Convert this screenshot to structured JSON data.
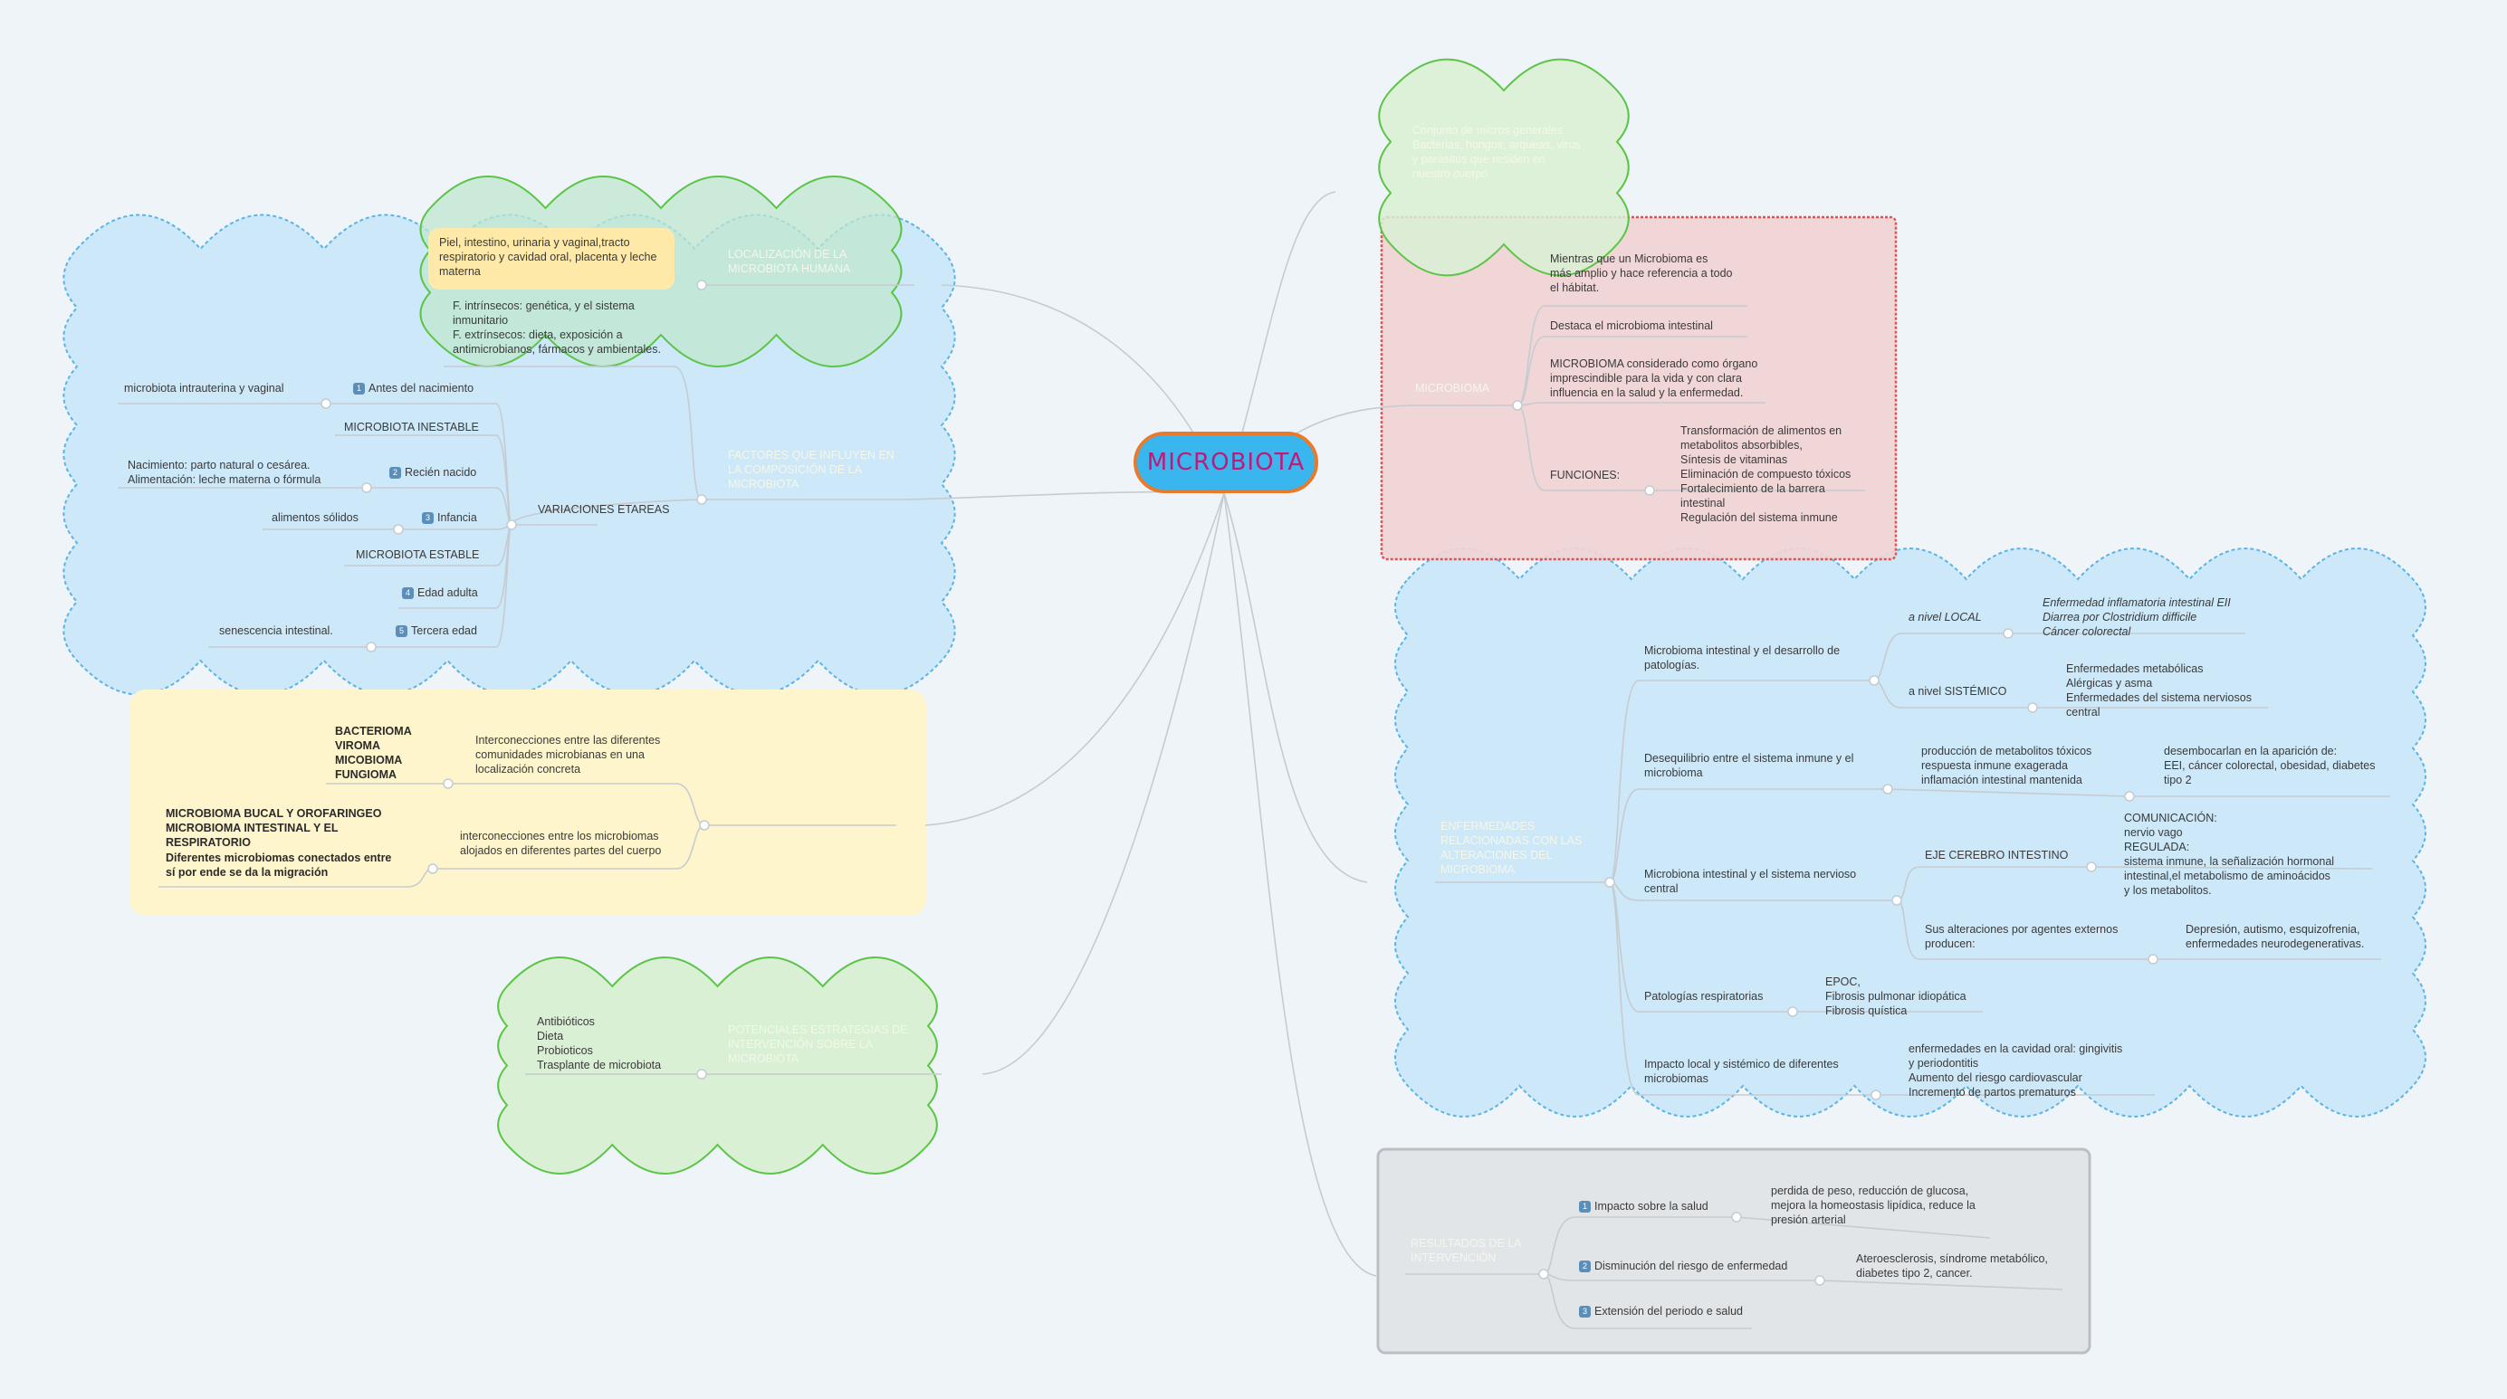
{
  "central": {
    "title": "MICROBIOTA"
  },
  "colors": {
    "central_fill": "#39b6ee",
    "central_border": "#e87a2c",
    "central_text": "#c2187a",
    "blue_cloud": "#cde8f8",
    "green_cloud": "#d9f0d4",
    "yellow_box": "#fff5cc",
    "red_box": "#f1d2d4",
    "gray_box": "#e2e5e8"
  },
  "top_cloud": {
    "text": "Conjunto de micros generales\nBacterias, hongos, arqueas, virus\ny parásitos que residen en\nnuestro cuerpo"
  },
  "microbioma": {
    "label": "MICROBIOMA",
    "items": [
      "Mientras que un Microbioma es\nmás amplio y hace referencia a todo\nel hábitat.",
      "Destaca el microbioma intestinal",
      "MICROBIOMA considerado como órgano\nimprescindible para la vida y con clara\ninfluencia en la salud y la enfermedad."
    ],
    "funciones_label": "FUNCIONES:",
    "funciones": "Transformación de alimentos en\nmetabolitos absorbibles,\nSíntesis de vitaminas\nEliminación de compuesto tóxicos\nFortalecimiento de la barrera\nintestinal\nRegulación del sistema inmune"
  },
  "localizacion": {
    "label": "LOCALIZACIÓN DE LA\nMICROBIOTA HUMANA",
    "note": "Piel, intestino, urinaria y vaginal,tracto\nrespiratorio y cavidad oral, placenta y leche\nmaterna"
  },
  "factores": {
    "label": "FACTORES QUE INFLUYEN EN\nLA COMPOSICIÓN DE LA\nMICROBIOTA",
    "intro": "F. intrínsecos: genética, y el sistema\ninmunitario\nF. extrínsecos: dieta, exposición a\nantimicrobianos, fármacos y ambientales.",
    "variaciones": "VARIACIONES ETAREAS",
    "stages": [
      {
        "num": "1",
        "label": "Antes del nacimiento",
        "detail": "microbiota intrauterina y vaginal"
      },
      {
        "num": "",
        "label": "MICROBIOTA INESTABLE",
        "detail": ""
      },
      {
        "num": "2",
        "label": "Recién nacido",
        "detail": "Nacimiento: parto natural o cesárea.\nAlimentación: leche materna o fórmula"
      },
      {
        "num": "3",
        "label": "Infancia",
        "detail": "alimentos sólidos"
      },
      {
        "num": "",
        "label": "MICROBIOTA ESTABLE",
        "detail": ""
      },
      {
        "num": "4",
        "label": "Edad adulta",
        "detail": ""
      },
      {
        "num": "5",
        "label": "Tercera edad",
        "detail": "senescencia intestinal."
      }
    ]
  },
  "interconexiones": {
    "a_detail": "Interconecciones entre las diferentes\ncomunidades microbianas en una\nlocalización concreta",
    "a_list": "BACTERIOMA\nVIROMA\nMICOBIOMA\nFUNGIOMA",
    "b_detail": "interconecciones entre los microbiomas\nalojados en diferentes partes del cuerpo",
    "b_list_bold": "MICROBIOMA BUCAL Y OROFARINGEO\nMICROBIOMA INTESTINAL Y EL\nRESPIRATORIO",
    "b_list_note": "Diferentes microbiomas conectados entre\nsí por ende se da la migración"
  },
  "potenciales": {
    "label": "POTENCIALES ESTRATEGIAS DE\nINTERVENCIÓN SOBRE LA\nMICROBIOTA",
    "items": "Antibióticos\nDieta\nProbioticos\nTrasplante de microbiota"
  },
  "enfermedades": {
    "label": "ENFERMEDADES\nRELACIONADAS CON LAS\nALTERACIONES DEL\nMICROBIOMA",
    "g1": {
      "label": "Microbioma intestinal y el desarrollo de\npatologías.",
      "local_label": "a nivel LOCAL",
      "local_items": "Enfermedad inflamatoria intestinal EII\nDiarrea por Clostridium difficile\nCáncer colorectal",
      "sist_label": "a nivel SISTÉMICO",
      "sist_items": "Enfermedades metabólicas\nAlérgicas y asma\nEnfermedades del sistema nerviosos\ncentral"
    },
    "g2": {
      "label": "Desequilibrio entre el sistema inmune y el\nmicrobioma",
      "detail": "producción de metabolitos tóxicos\nrespuesta inmune exagerada\ninflamación intestinal mantenida",
      "result": "desembocarlan en la aparición de:\nEEI, cáncer colorectal, obesidad, diabetes\ntipo 2"
    },
    "g3": {
      "label": "Microbiona intestinal y el sistema nervioso\ncentral",
      "eje": "EJE CEREBRO INTESTINO",
      "eje_detail": "COMUNICACIÓN:\nnervio vago\nREGULADA:\nsistema inmune, la señalización hormonal\nintestinal,el metabolismo de aminoácidos\ny los metabolitos.",
      "alt": "Sus alteraciones por agentes externos\nproducen:",
      "alt_detail": "Depresión, autismo, esquizofrenia,\nenfermedades neurodegenerativas."
    },
    "g4": {
      "label": "Patologías respiratorias",
      "detail": "EPOC,\nFibrosis pulmonar idiopática\nFibrosis quística"
    },
    "g5": {
      "label": "Impacto local y sistémico de diferentes\nmicrobiomas",
      "detail": "enfermedades en la cavidad oral: gingivitis\ny periodontitis\nAumento del riesgo cardiovascular\nIncremento de partos prematuros"
    }
  },
  "resultados": {
    "label": "RESULTADOS DE LA\nINTERVENCIÓN",
    "items": [
      {
        "num": "1",
        "label": "Impacto sobre la salud",
        "detail": "perdida de peso, reducción de glucosa,\nmejora la homeostasis lipídica, reduce la\npresión arterial"
      },
      {
        "num": "2",
        "label": "Disminución del riesgo de enfermedad",
        "detail": "Ateroesclerosis, síndrome metabólico,\ndiabetes tipo 2, cancer."
      },
      {
        "num": "3",
        "label": "Extensión del periodo e salud",
        "detail": ""
      }
    ]
  }
}
